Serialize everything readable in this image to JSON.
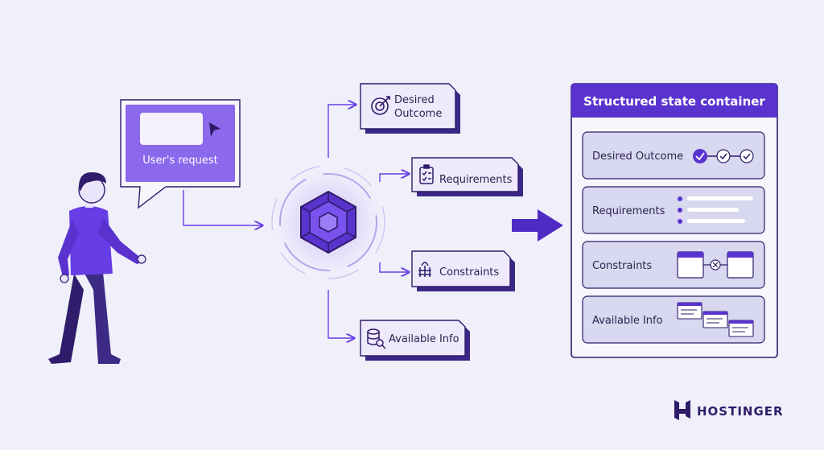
{
  "request_bubble": {
    "label": "User's request"
  },
  "intents": [
    {
      "id": "desired-outcome",
      "label_lines": [
        "Desired",
        "Outcome"
      ],
      "icon": "target-icon"
    },
    {
      "id": "requirements",
      "label_lines": [
        "Requirements"
      ],
      "icon": "clipboard-checklist-icon"
    },
    {
      "id": "constraints",
      "label_lines": [
        "Constraints"
      ],
      "icon": "lock-fence-icon"
    },
    {
      "id": "available-info",
      "label_lines": [
        "Available Info"
      ],
      "icon": "database-search-icon"
    }
  ],
  "state_container": {
    "title": "Structured state container",
    "sections": [
      {
        "id": "desired-outcome",
        "label": "Desired Outcome",
        "visual": "check-steps-icon"
      },
      {
        "id": "requirements",
        "label": "Requirements",
        "visual": "bullet-list-icon"
      },
      {
        "id": "constraints",
        "label": "Constraints",
        "visual": "blocked-windows-icon"
      },
      {
        "id": "available-info",
        "label": "Available Info",
        "visual": "document-cards-icon"
      }
    ]
  },
  "brand": {
    "name": "HOSTINGER",
    "logo": "hostinger-logo-icon"
  },
  "colors": {
    "background": "#f0f0fa",
    "primary": "#673de6",
    "dark": "#2f1c6a",
    "panel": "#d8d8f0",
    "text": "#2b2350"
  }
}
